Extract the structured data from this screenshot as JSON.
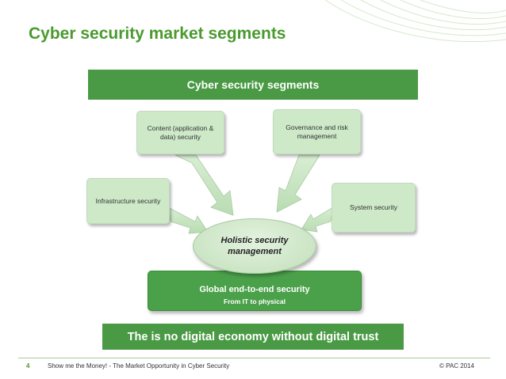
{
  "slide": {
    "title": "Cyber security market segments",
    "banner": "Cyber security segments",
    "accent_color": "#4a9a45"
  },
  "diagram": {
    "segments": [
      {
        "id": "content",
        "label": "Content (application & data) security"
      },
      {
        "id": "governance",
        "label": "Governance and risk management"
      },
      {
        "id": "infrastructure",
        "label": "Infrastructure security"
      },
      {
        "id": "system",
        "label": "System security"
      }
    ],
    "center": {
      "label": "Holistic security management"
    },
    "base": {
      "label": "Global end-to-end security",
      "sublabel": "From IT to physical"
    }
  },
  "tagline": "The is no digital economy without digital trust",
  "footer": {
    "page_number": "4",
    "text": "Show me the Money! - The Market Opportunity in Cyber Security",
    "copyright": "© PAC 2014"
  }
}
